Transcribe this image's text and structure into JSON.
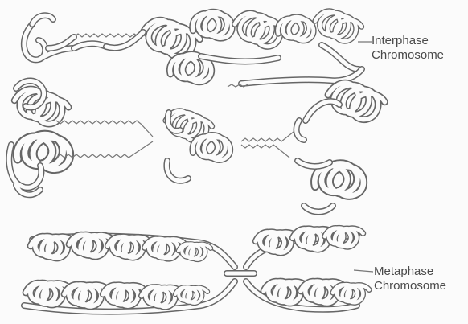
{
  "labels": {
    "interphase": {
      "line1": "Interphase",
      "line2": "Chromosome"
    },
    "metaphase": {
      "line1": "Metaphase",
      "line2": "Chromosome"
    }
  }
}
